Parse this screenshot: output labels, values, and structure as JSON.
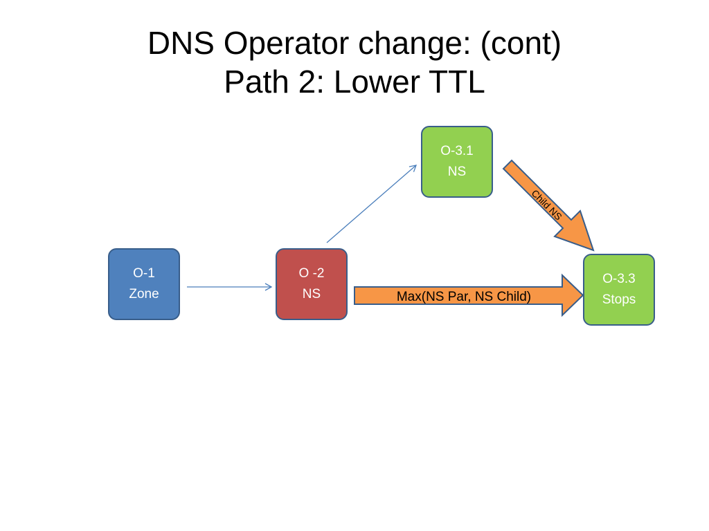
{
  "title": {
    "line1": "DNS Operator change: (cont)",
    "line2": "Path 2: Lower TTL"
  },
  "nodes": {
    "o1": {
      "line1": "O-1",
      "line2": "Zone"
    },
    "o2": {
      "line1": "O -2",
      "line2": "NS"
    },
    "o31": {
      "line1": "O-3.1",
      "line2": "NS"
    },
    "o33": {
      "line1": "O-3.3",
      "line2": "Stops"
    }
  },
  "arrows": {
    "max_label": "Max(NS Par, NS Child)",
    "child_label": "Child NS"
  },
  "colors": {
    "blue": "#4f81bd",
    "red": "#c0504d",
    "green": "#92d050",
    "orange": "#f79646",
    "outline": "#385d8a"
  }
}
